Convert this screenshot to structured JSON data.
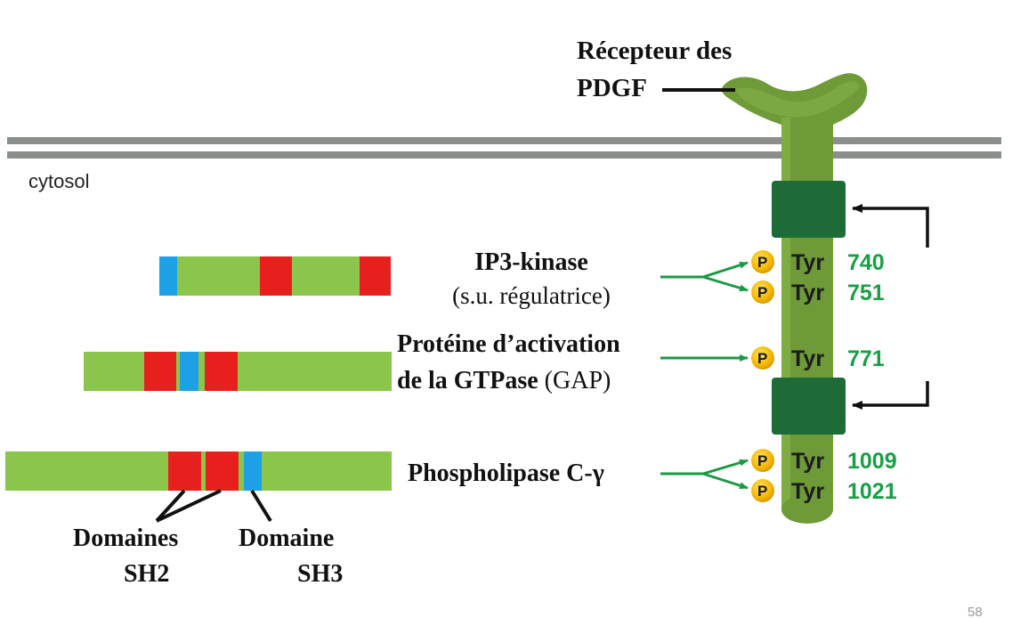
{
  "receptor": {
    "label_line1": "Récepteur des",
    "label_line2": "PDGF"
  },
  "cytosol_label": "cytosol",
  "phospho_label": "P",
  "tyr_label": "Tyr",
  "phospho_sites": [
    "740",
    "751",
    "771",
    "1009",
    "1021"
  ],
  "proteins": [
    {
      "name_line1": "IP3-kinase",
      "name_line2": "(s.u. régulatrice)"
    },
    {
      "name_line1": "Protéine d’activation",
      "name_line2_bold": "de la GTPase",
      "name_line2_plain": " (GAP)"
    },
    {
      "name_line1": "Phospholipase C-γ"
    }
  ],
  "domain_labels": {
    "sh2_line1": "Domaines",
    "sh2_line2": "SH2",
    "sh3_line1": "Domaine",
    "sh3_line2": "SH3"
  },
  "page_number": "58",
  "colors": {
    "membrane": "#8a8f8c",
    "receptor_green": "#6e9a38",
    "receptor_dark": "#4f7526",
    "kinase_domain": "#1f6b38",
    "protein_bar": "#8cc54b",
    "sh2_red": "#e8201d",
    "sh3_blue": "#1ea0e6",
    "arrow_green": "#1b9a46",
    "number_green": "#17a045",
    "phospho_yellow": "#f5b800"
  }
}
